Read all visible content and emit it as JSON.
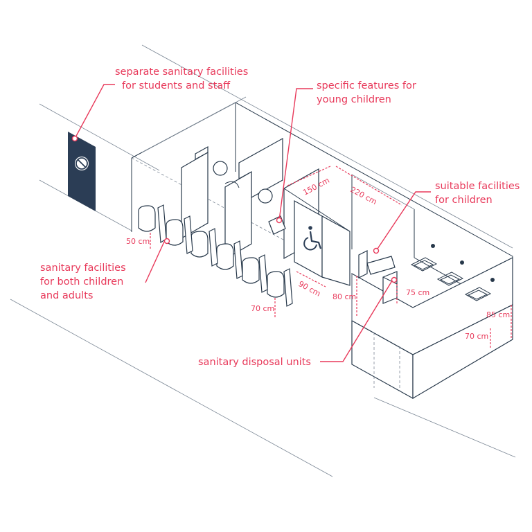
{
  "callouts": {
    "separate": [
      "separate sanitary facilities",
      "for students and staff"
    ],
    "young": [
      "specific features for",
      "young children"
    ],
    "suitable": [
      "suitable facilities",
      "for children"
    ],
    "both": [
      "sanitary facilities",
      "for both children",
      "and adults"
    ],
    "disposal": [
      "sanitary disposal units"
    ]
  },
  "dimensions": {
    "d50": "50 cm",
    "d70a": "70 cm",
    "d90": "90 cm",
    "d80": "80 cm",
    "d75": "75 cm",
    "d85": "85 cm",
    "d70b": "70 cm",
    "d150": "150 cm",
    "d220": "220 cm"
  },
  "colors": {
    "accent": "#e8395a",
    "line": "#27384a",
    "sign": "#2b3d55"
  },
  "icons": [
    "no-entry-sign-icon",
    "wheelchair-icon"
  ]
}
